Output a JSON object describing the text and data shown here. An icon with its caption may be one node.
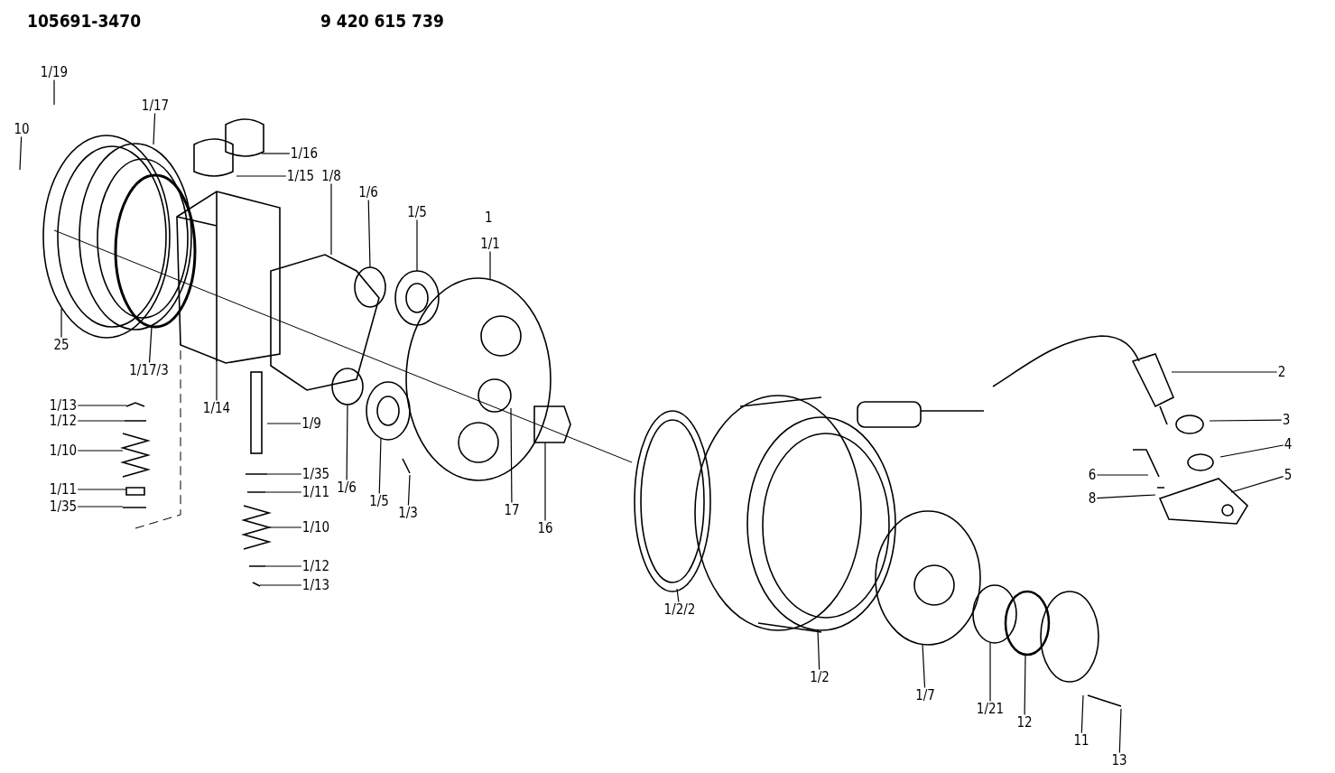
{
  "diagram": {
    "nodes": [
      {
        "text": [
          "1/19"
        ]
      },
      {
        "text": [
          "10"
        ]
      },
      {
        "text": [
          "1/17"
        ]
      },
      {
        "text": [
          "1/16"
        ]
      },
      {
        "text": [
          "1/15"
        ]
      },
      {
        "text": [
          "1/8"
        ]
      },
      {
        "text": [
          "1/6"
        ]
      },
      {
        "text": [
          "1/5"
        ]
      },
      {
        "text": [
          "1/1"
        ]
      },
      {
        "text": [
          "1/17/3"
        ]
      },
      {
        "text": [
          "25"
        ]
      },
      {
        "text": [
          "1/14"
        ]
      },
      {
        "text": [
          "1/13"
        ]
      },
      {
        "text": [
          "1/12"
        ]
      },
      {
        "text": [
          "1/10"
        ]
      },
      {
        "text": [
          "1/11"
        ]
      },
      {
        "text": [
          "1/35"
        ]
      },
      {
        "text": [
          "1/9"
        ]
      },
      {
        "text": [
          "1/35"
        ]
      },
      {
        "text": [
          "1/11"
        ]
      },
      {
        "text": [
          "1/10"
        ]
      },
      {
        "text": [
          "1/12"
        ]
      },
      {
        "text": [
          "1/13"
        ]
      },
      {
        "text": [
          "1/6"
        ]
      },
      {
        "text": [
          "1/5"
        ]
      },
      {
        "text": [
          "1/3"
        ]
      },
      {
        "text": [
          "17"
        ]
      },
      {
        "text": [
          "16"
        ]
      },
      {
        "text": [
          "2"
        ]
      },
      {
        "text": [
          "3"
        ]
      },
      {
        "text": [
          "4"
        ]
      },
      {
        "text": [
          "5"
        ]
      },
      {
        "text": [
          "6"
        ]
      },
      {
        "text": [
          "8"
        ]
      },
      {
        "text": [
          "1/2/2"
        ]
      },
      {
        "text": [
          "1/2"
        ]
      },
      {
        "text": [
          "1/7"
        ]
      },
      {
        "text": [
          "1/21"
        ]
      },
      {
        "text": [
          "12"
        ]
      },
      {
        "text": [
          "11"
        ]
      },
      {
        "text": [
          "13"
        ]
      }
    ],
    "edges": [
      {
        "from": 0,
        "to": null,
        "arrow": "none"
      },
      {
        "from": 1,
        "to": null,
        "arrow": "none"
      },
      {
        "from": 2,
        "to": null,
        "arrow": "none"
      },
      {
        "from": 3,
        "to": null,
        "arrow": "none"
      },
      {
        "from": 4,
        "to": null,
        "arrow": "none"
      },
      {
        "from": 5,
        "to": null,
        "arrow": "none"
      },
      {
        "from": 6,
        "to": null,
        "arrow": "none"
      },
      {
        "from": 7,
        "to": null,
        "arrow": "none"
      },
      {
        "from": 8,
        "to": null,
        "arrow": "none"
      },
      {
        "from": 9,
        "to": null,
        "arrow": "none"
      },
      {
        "from": 10,
        "to": null,
        "arrow": "none"
      },
      {
        "from": 11,
        "to": null,
        "arrow": "none"
      },
      {
        "from": 12,
        "to": null,
        "arrow": "none"
      },
      {
        "from": 13,
        "to": null,
        "arrow": "none"
      },
      {
        "from": 14,
        "to": null,
        "arrow": "none"
      },
      {
        "from": 15,
        "to": null,
        "arrow": "none"
      },
      {
        "from": 16,
        "to": null,
        "arrow": "none"
      },
      {
        "from": 17,
        "to": null,
        "arrow": "none"
      },
      {
        "from": 18,
        "to": null,
        "arrow": "none"
      },
      {
        "from": 19,
        "to": null,
        "arrow": "none"
      },
      {
        "from": 20,
        "to": null,
        "arrow": "none"
      },
      {
        "from": 21,
        "to": null,
        "arrow": "none"
      },
      {
        "from": 22,
        "to": null,
        "arrow": "none"
      },
      {
        "from": 23,
        "to": null,
        "arrow": "none"
      },
      {
        "from": 24,
        "to": null,
        "arrow": "none"
      },
      {
        "from": 25,
        "to": null,
        "arrow": "none"
      },
      {
        "from": 26,
        "to": null,
        "arrow": "none"
      },
      {
        "from": 27,
        "to": null,
        "arrow": "none"
      },
      {
        "from": 28,
        "to": null,
        "arrow": "none"
      },
      {
        "from": 29,
        "to": null,
        "arrow": "none"
      },
      {
        "from": 30,
        "to": null,
        "arrow": "none"
      },
      {
        "from": 31,
        "to": null,
        "arrow": "none"
      },
      {
        "from": 32,
        "to": null,
        "arrow": "none"
      },
      {
        "from": 33,
        "to": null,
        "arrow": "none"
      },
      {
        "from": 34,
        "to": null,
        "arrow": "none"
      },
      {
        "from": 35,
        "to": null,
        "arrow": "none"
      },
      {
        "from": 36,
        "to": null,
        "arrow": "none"
      },
      {
        "from": 37,
        "to": null,
        "arrow": "none"
      },
      {
        "from": 38,
        "to": null,
        "arrow": "none"
      },
      {
        "from": 39,
        "to": null,
        "arrow": "none"
      },
      {
        "from": 40,
        "to": null,
        "arrow": "none"
      }
    ],
    "labels": [
      "105691-3470",
      "9 420 615 739",
      "1"
    ]
  }
}
